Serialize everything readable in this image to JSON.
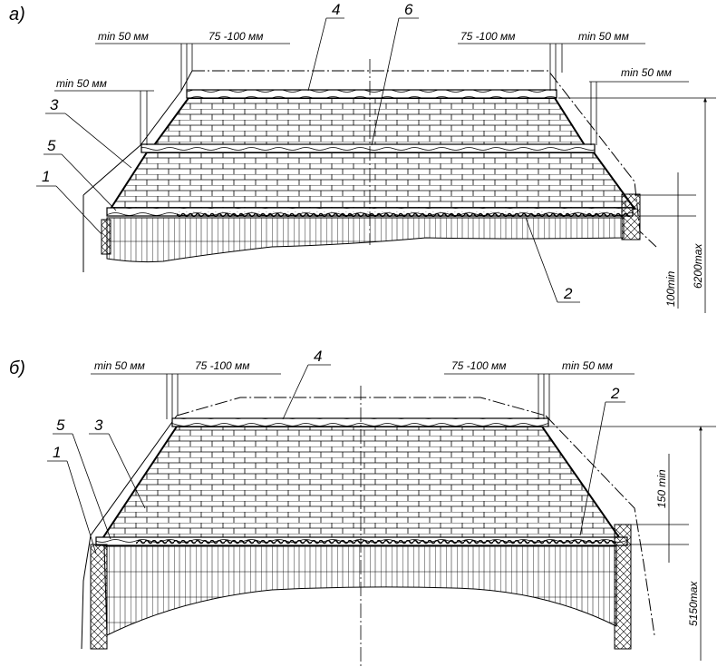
{
  "diagram_a": {
    "label": "а)",
    "dims": {
      "top_left_min": "min 50 мм",
      "top_left_range": "75 -100 мм",
      "top_right_range": "75 -100 мм",
      "top_right_min": "min 50 мм",
      "mid_left_min": "min 50 мм",
      "mid_right_min": "min 50 мм",
      "vertical_small": "100min",
      "vertical_total": "6200max"
    },
    "callouts": [
      "1",
      "2",
      "3",
      "4",
      "5",
      "6"
    ]
  },
  "diagram_b": {
    "label": "б)",
    "dims": {
      "top_left_min": "min 50 мм",
      "top_left_range": "75 -100 мм",
      "top_right_range": "75 -100 мм",
      "top_right_min": "min 50 мм",
      "vertical_small": "150 min",
      "vertical_total": "5150max"
    },
    "callouts": [
      "1",
      "2",
      "3",
      "4",
      "5"
    ]
  }
}
